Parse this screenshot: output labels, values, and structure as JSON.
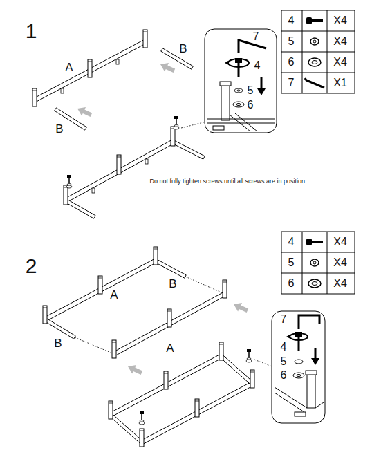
{
  "diagram": {
    "labels": [
      "1",
      "4",
      "X4",
      "5",
      "X4",
      "6",
      "X4",
      "7",
      "X1",
      "7",
      "A",
      "B",
      "4",
      "5",
      "B",
      "6",
      "Do not fully tighten screws until all screws are in position.",
      "2",
      "4",
      "X4",
      "5",
      "X4",
      "6",
      "X4",
      "B",
      "A",
      "B",
      "A",
      "7",
      "4",
      "5",
      "6"
    ]
  }
}
